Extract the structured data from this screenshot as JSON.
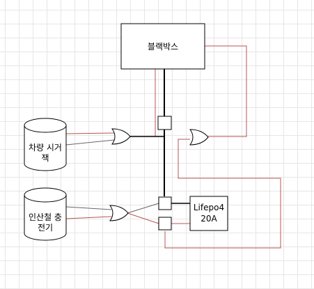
{
  "diagram": {
    "blackbox": {
      "label": "블랙박스"
    },
    "vehicle_charger": {
      "line1": "차량 시거",
      "line2": "잭"
    },
    "alternator_charger": {
      "line1": "인산철 충",
      "line2": "전기"
    },
    "battery": {
      "line1": "Lifepo4",
      "line2": "20A"
    }
  },
  "colors": {
    "black_wire": "#000000",
    "red_wire": "#b85450",
    "gray_wire": "#666666",
    "stroke": "#000000",
    "fill": "#ffffff"
  }
}
